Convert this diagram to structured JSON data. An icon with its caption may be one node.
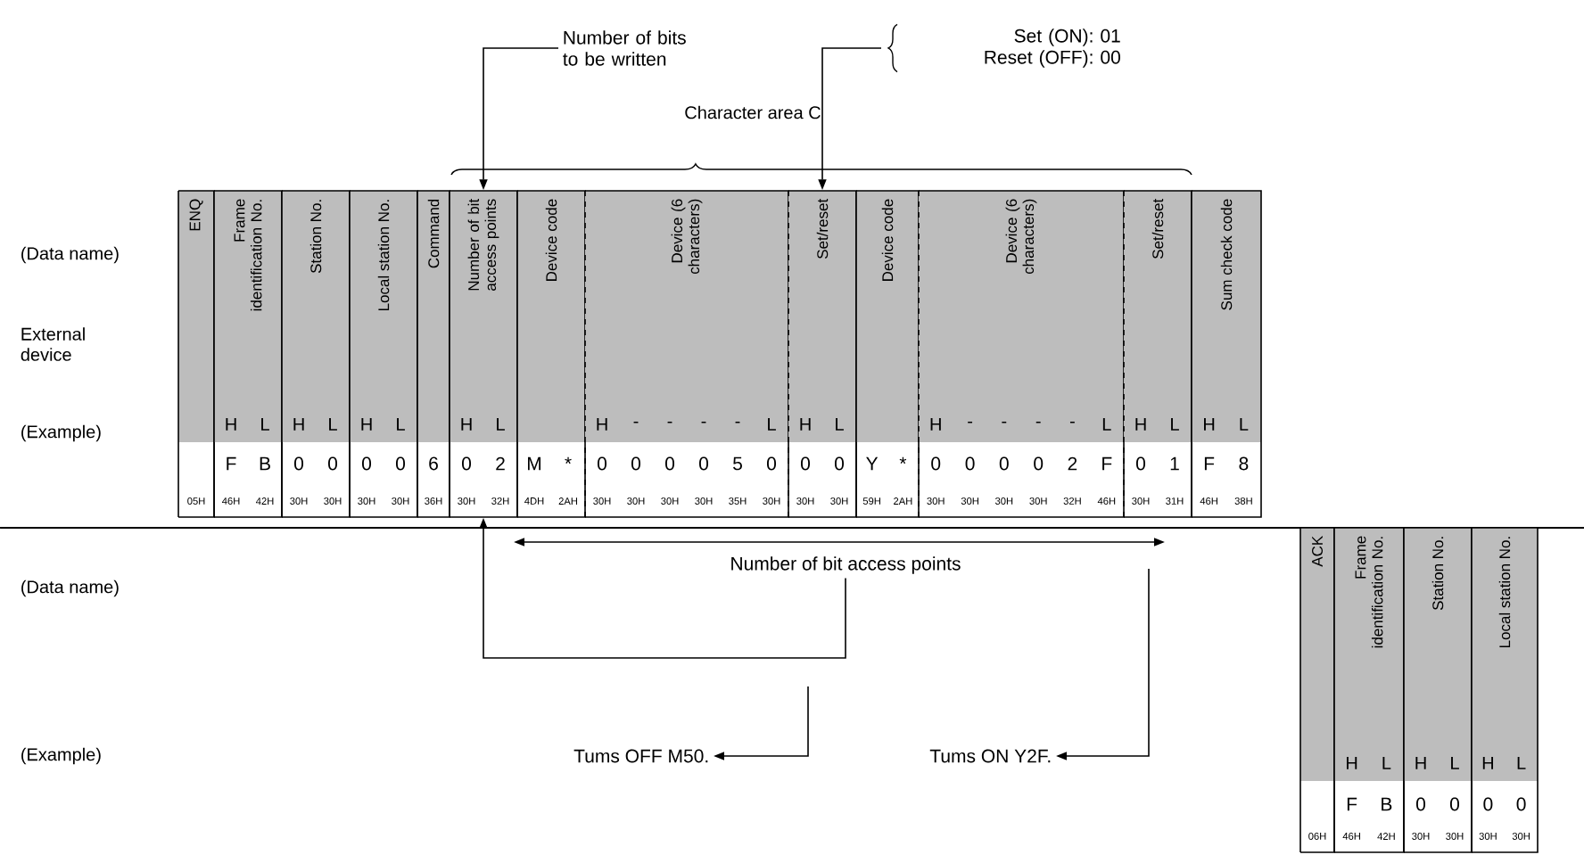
{
  "diagram": {
    "nodes": [
      {
        "text": [
          "Number of bits to be written"
        ]
      },
      {
        "text": [
          "Set (ON): 01",
          "Reset (OFF): 00"
        ]
      },
      {
        "text": [
          "ENQ",
          "05H"
        ]
      },
      {
        "text": [
          "Frame identification No.",
          "H",
          "L",
          "F",
          "B",
          "46H",
          "42H"
        ]
      },
      {
        "text": [
          "Station No.",
          "H",
          "L",
          "0",
          "0",
          "30H",
          "30H"
        ]
      },
      {
        "text": [
          "Local station No.",
          "H",
          "L",
          "0",
          "0",
          "30H",
          "30H"
        ]
      },
      {
        "text": [
          "Command",
          "6",
          "36H"
        ]
      },
      {
        "text": [
          "Number of bit access points",
          "H",
          "L",
          "0",
          "2",
          "30H",
          "32H"
        ]
      },
      {
        "text": [
          "Device code",
          "M",
          "*",
          "4DH",
          "2AH"
        ]
      },
      {
        "text": [
          "Device (6 characters)",
          "H",
          "-",
          "-",
          "-",
          "-",
          "L",
          "0",
          "0",
          "0",
          "0",
          "5",
          "0",
          "30H",
          "30H",
          "30H",
          "30H",
          "35H",
          "30H"
        ]
      },
      {
        "text": [
          "Set/reset",
          "H",
          "L",
          "0",
          "0",
          "30H",
          "30H"
        ]
      },
      {
        "text": [
          "Device code",
          "Y",
          "*",
          "59H",
          "2AH"
        ]
      },
      {
        "text": [
          "Device (6 characters)",
          "H",
          "-",
          "-",
          "-",
          "-",
          "L",
          "0",
          "0",
          "0",
          "0",
          "2",
          "F",
          "30H",
          "30H",
          "30H",
          "30H",
          "32H",
          "46H"
        ]
      },
      {
        "text": [
          "Set/reset",
          "H",
          "L",
          "0",
          "1",
          "30H",
          "31H"
        ]
      },
      {
        "text": [
          "Sum check code",
          "H",
          "L",
          "F",
          "8",
          "46H",
          "38H"
        ]
      },
      {
        "text": [
          "Number of bit access points"
        ]
      },
      {
        "text": [
          "Tums OFF M50."
        ]
      },
      {
        "text": [
          "Tums ON Y2F."
        ]
      },
      {
        "text": [
          "ACK",
          "06H"
        ]
      },
      {
        "text": [
          "Frame identification No.",
          "H",
          "L",
          "F",
          "B",
          "46H",
          "42H"
        ]
      },
      {
        "text": [
          "Station No.",
          "H",
          "L",
          "0",
          "0",
          "30H",
          "30H"
        ]
      },
      {
        "text": [
          "Local station No.",
          "H",
          "L",
          "0",
          "0",
          "30H",
          "30H"
        ]
      }
    ],
    "edges": [
      {
        "from": 0,
        "to": 7,
        "arrow": "to"
      },
      {
        "from": 1,
        "to": 10,
        "arrow": "to"
      },
      {
        "from": 15,
        "to": 7,
        "arrow": "to"
      },
      {
        "from": null,
        "to": 16,
        "arrow": "to"
      },
      {
        "from": null,
        "to": 17,
        "arrow": "to"
      }
    ],
    "labels": [
      "Character area C",
      "(Data name)",
      "External device",
      "(Example)",
      "(Data name)",
      "(Example)"
    ]
  }
}
